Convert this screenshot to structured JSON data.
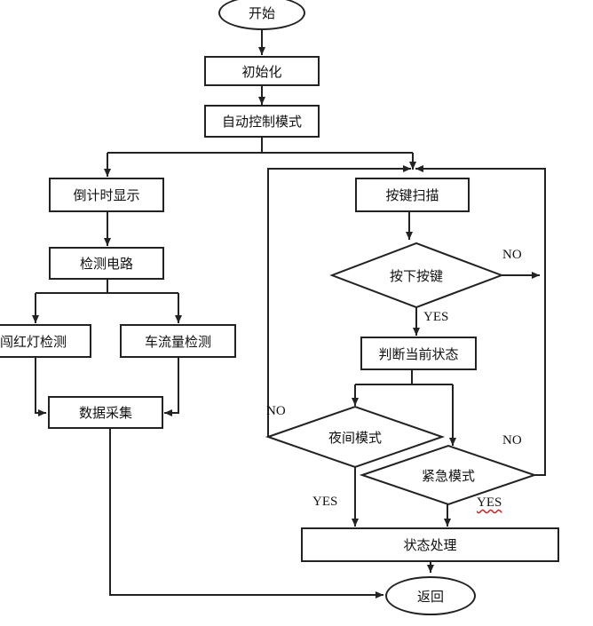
{
  "nodes": {
    "start": "开始",
    "init": "初始化",
    "auto_mode": "自动控制模式",
    "countdown": "倒计时显示",
    "detect_circuit": "检测电路",
    "red_light_detect": "闯红灯检测",
    "traffic_detect": "车流量检测",
    "data_collect": "数据采集",
    "key_scan": "按键扫描",
    "key_pressed": "按下按键",
    "judge_state": "判断当前状态",
    "night_mode": "夜间模式",
    "emergency_mode": "紧急模式",
    "state_process": "状态处理",
    "return": "返回"
  },
  "labels": {
    "no_key": "NO",
    "yes_key": "YES",
    "no_night": "NO",
    "no_emergency": "NO",
    "yes_night": "YES",
    "yes_emergency": "YES"
  }
}
